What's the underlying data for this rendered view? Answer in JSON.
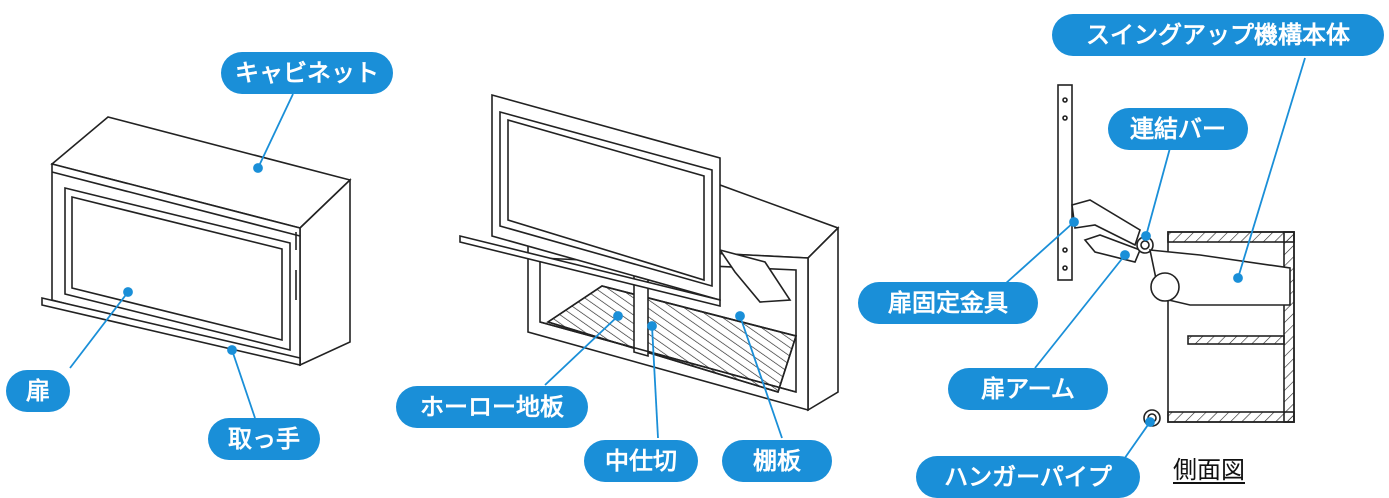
{
  "labels": {
    "cabinet": "キャビネット",
    "door": "扉",
    "handle": "取っ手",
    "enamel_bottom": "ホーロー地板",
    "divider": "中仕切",
    "shelf": "棚板",
    "mechanism": "スイングアップ機構本体",
    "link_bar": "連結バー",
    "door_bracket": "扉固定金具",
    "door_arm": "扉アーム",
    "hanger_pipe": "ハンガーパイプ"
  },
  "side_view_caption": "側面図",
  "colors": {
    "accent": "#1a8fd8",
    "line": "#222222",
    "leader": "#1a8fd8"
  }
}
